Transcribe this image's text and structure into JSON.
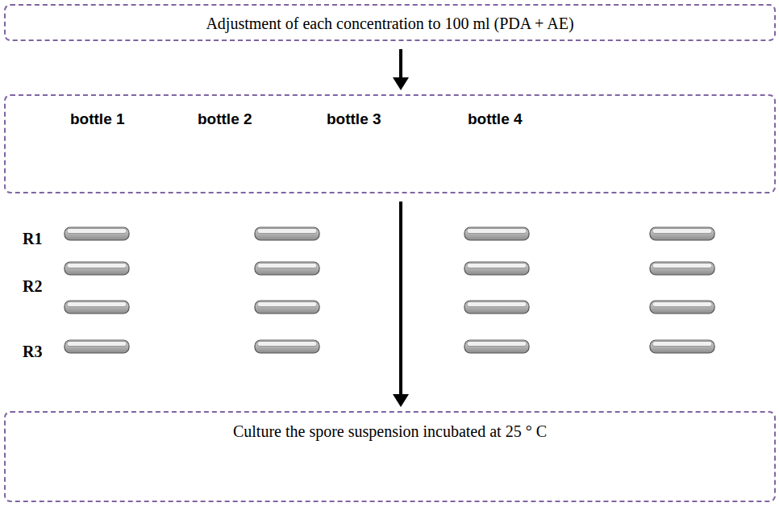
{
  "diagram": {
    "nodes": [
      {
        "text": [
          "Adjustment of each concentration to 100 ml (PDA + AE)"
        ]
      },
      {
        "text": [
          "bottle 1",
          "bottle 2",
          "bottle 3",
          "bottle 4"
        ]
      },
      {
        "text": [
          "Culture the spore suspension incubated at 25 ° C"
        ]
      }
    ],
    "edges": [
      {
        "from": 0,
        "to": 1,
        "arrow": "to"
      },
      {
        "from": 1,
        "to": 2,
        "arrow": "to"
      }
    ],
    "labels": [
      "R1",
      "R2",
      "R3"
    ]
  }
}
